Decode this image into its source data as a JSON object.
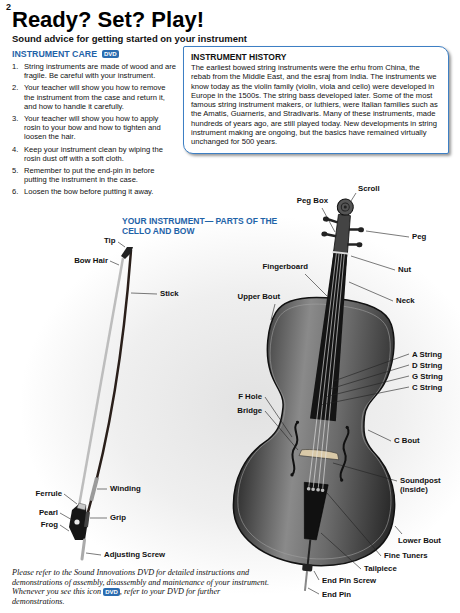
{
  "diagram": {
    "title": "Ready? Set? Play!",
    "nodes": [
      {
        "text": [
          "INSTRUMENT HISTORY",
          "The earliest bowed string instruments were the erhu from China, the rebab from the Middle East, and the esraj from India. The instruments we know today as the violin family (violin, viola and cello) were developed in Europe in the 1500s. The string bass developed later. Some of the most famous string instrument makers, or luthiers, were Italian families such as the Amatis, Guarneris, and Stradivaris. Many of these instruments, made hundreds of years ago, are still played today. New developments in string instrument making are ongoing, but the basics have remained virtually unchanged for 500 years."
        ]
      }
    ],
    "labels": [
      "2",
      "Sound advice for getting started on your instrument",
      "INSTRUMENT CARE",
      "DVD",
      "1.",
      "String instruments are made of wood and are fragile. Be careful with your instrument.",
      "2.",
      "Your teacher will show you how to remove the instrument from the case and return it, and how to handle it carefully.",
      "3.",
      "Your teacher will show you how to apply rosin to your bow and how to tighten and loosen the hair.",
      "4.",
      "Keep your instrument clean by wiping the rosin dust off with a soft cloth.",
      "5.",
      "Remember to put the end-pin in before putting the instrument in the case.",
      "6.",
      "Loosen the bow before putting it away.",
      "YOUR INSTRUMENT— PARTS OF THE CELLO AND BOW",
      "Scroll",
      "Peg Box",
      "Peg",
      "Nut",
      "Fingerboard",
      "Neck",
      "Upper Bout",
      "A String",
      "D String",
      "G String",
      "C String",
      "F Hole",
      "Bridge",
      "C Bout",
      "Soundpost (inside)",
      "Lower Bout",
      "Fine Tuners",
      "Tailpiece",
      "End Pin Screw",
      "End Pin",
      "Tip",
      "Bow Hair",
      "Stick",
      "Ferrule",
      "Winding",
      "Pearl",
      "Frog",
      "Grip",
      "Adjusting Screw",
      "Please refer to the Sound Innovations DVD for detailed instructions and demonstrations of assembly, disassembly and maintenance of your instrument. Whenever you see this icon",
      "DVD",
      ", refer to your DVD for further demonstrations."
    ]
  }
}
